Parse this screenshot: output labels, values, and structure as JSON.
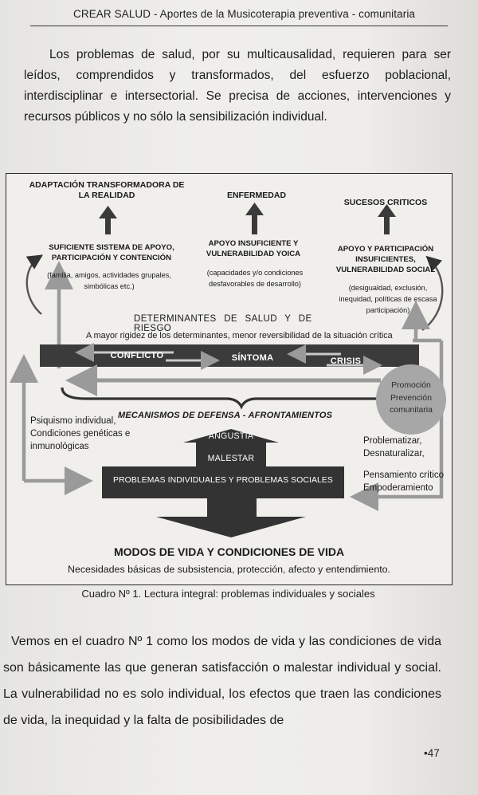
{
  "running_head": "CREAR SALUD - Aportes de la Musicoterapia preventiva - comunitaria",
  "paragraph_1": "Los problemas de salud, por su multicausalidad, requieren para ser leídos, comprendidos y transformados, del esfuerzo poblacional, interdisciplinar e intersectorial. Se precisa de acciones, intervenciones y recursos públicos y no sólo la sensibilización individual.",
  "diagram": {
    "col1_title": "ADAPTACIÓN TRANSFORMADORA DE LA REALIDAD",
    "col2_title": "ENFERMEDAD",
    "col3_title": "SUCESOS CRITICOS",
    "col1_sub": "SUFICIENTE SISTEMA DE APOYO, PARTICIPACIÓN Y CONTENCIÓN",
    "col1_note": "(familia, amigos, actividades grupales, simbólicas etc.)",
    "col2_sub": "APOYO INSUFICIENTE Y VULNERABILIDAD YOICA",
    "col2_note": "(capacidades y/o condiciones desfavorables de desarrollo)",
    "col3_sub": "APOYO Y PARTICIPACIÓN INSUFICIENTES, VULNERABILIDAD SOCIAL",
    "col3_note": "(desigualdad, exclusión, inequidad, políticas de escasa participación)",
    "determinants": "DETERMINANTES DE SALUD Y DE RIESGO",
    "rigidity": "A mayor rigidez de los determinantes, menor reversibilidad de la situación crítica",
    "bar_conflicto": "CONFLICTO",
    "bar_sintoma": "SÍNTOMA",
    "bar_crisis": "CRISIS",
    "circle_lines": [
      "Promoción",
      "Prevención",
      "comunitaria"
    ],
    "mechanisms": "MECANISMOS DE DEFENSA - AFRONTAMIENTOS",
    "left_text": "Psiquismo individual, Condiciones genéticas e inmunológicas",
    "right_text_1": "Problematizar, Desnaturalizar,",
    "right_text_2": "Pensamiento crítico Empoderamiento",
    "angustia": "ANGUSTIA",
    "malestar": "MALESTAR",
    "problems": "PROBLEMAS INDIVIDUALES Y PROBLEMAS SOCIALES",
    "modos": "MODOS DE VIDA Y CONDICIONES DE VIDA",
    "needs": "Necesidades básicas de subsistencia, protección, afecto y entendimiento."
  },
  "caption": "Cuadro Nº 1. Lectura integral: problemas individuales y sociales",
  "paragraph_2": "Vemos en el cuadro Nº 1 como los modos de vida y las condiciones de vida son básicamente las que generan satisfacción o malestar individual y social. La vulnerabilidad no es solo individual, los efectos que traen las condiciones de vida, la inequidad y la falta de posibilidades de",
  "page_number": "•47"
}
